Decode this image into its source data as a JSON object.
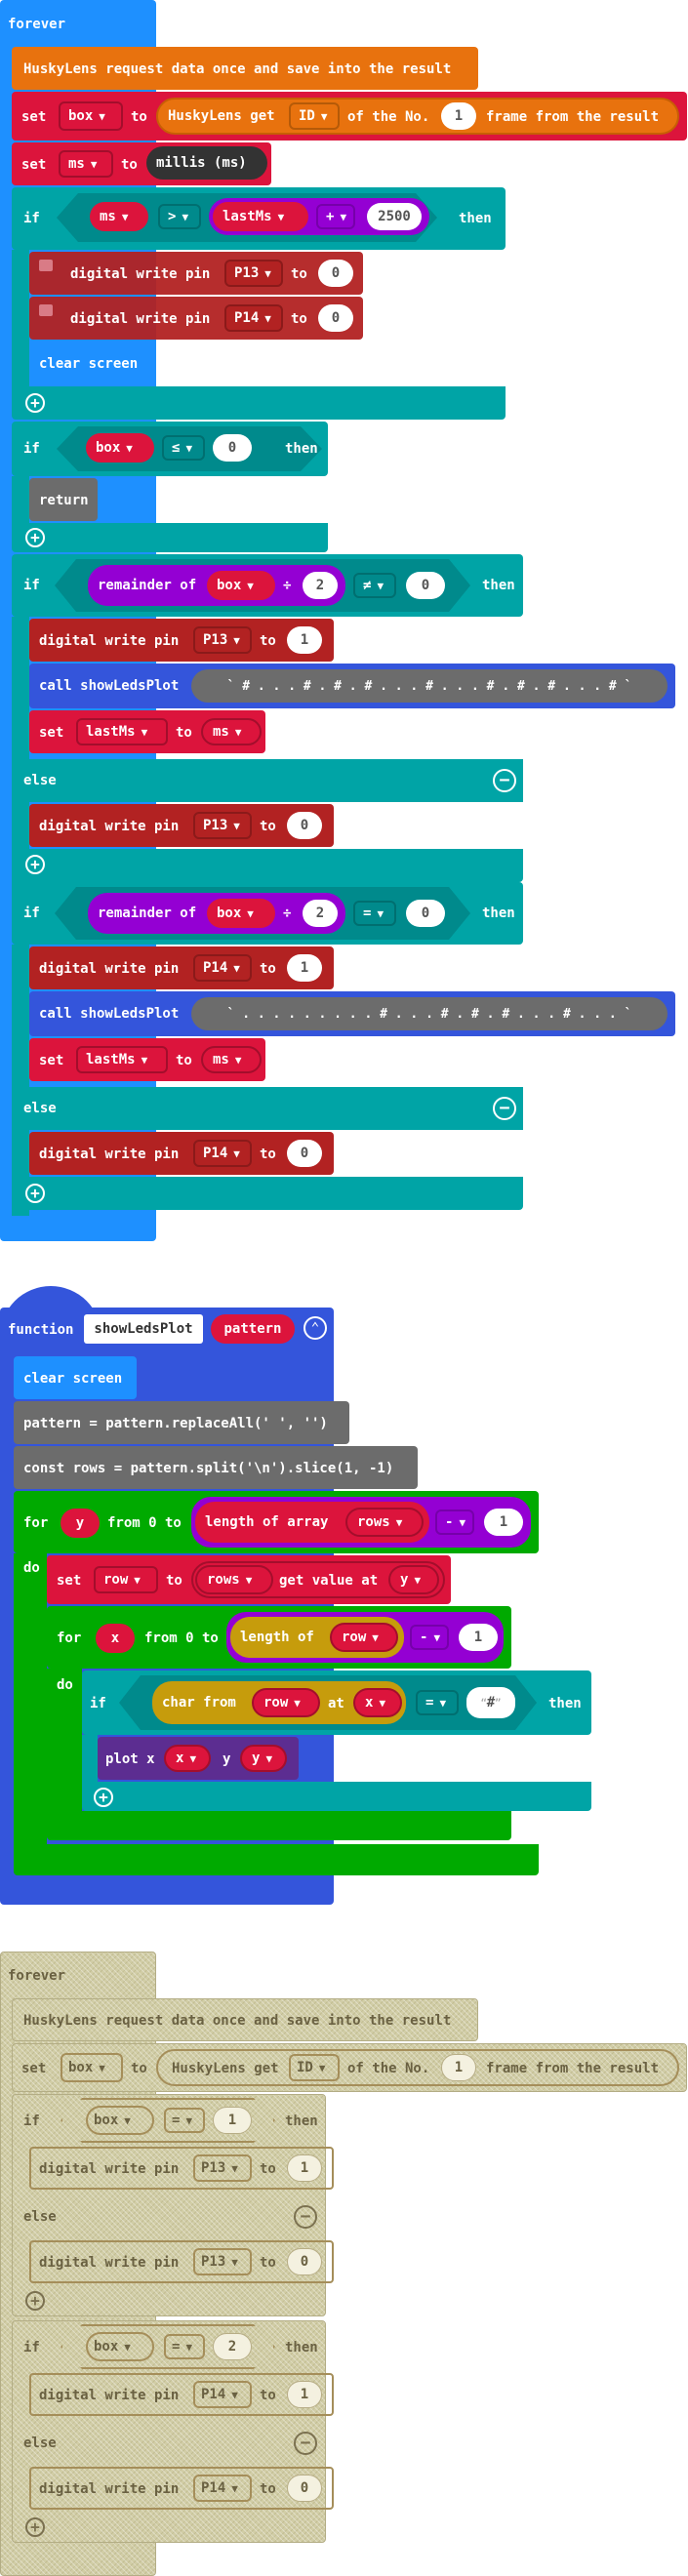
{
  "b1": {
    "forever": "forever",
    "husky_request": "HuskyLens request data once and save into the result",
    "set": "set",
    "box_var": "box",
    "to": "to",
    "husky_get": "HuskyLens get",
    "id_opt": "ID",
    "of_the_no": "of the No.",
    "frame_no": "1",
    "frame_from": "frame from the result",
    "ms_var": "ms",
    "millis": "millis (ms)",
    "if": "if",
    "gt_op": ">",
    "lastms_var": "lastMs",
    "plus_op": "+",
    "n2500": "2500",
    "then": "then",
    "digital_write_pin": "digital write pin",
    "p13": "P13",
    "p14": "P14",
    "zero": "0",
    "one": "1",
    "two": "2",
    "clear_screen": "clear screen",
    "le_op": "≤",
    "return": "return",
    "remainder_of": "remainder of",
    "div_op": "÷",
    "ne_op": "≠",
    "eq_op": "=",
    "call_showleds": "call showLedsPlot",
    "pattern1": "` # . . . # . # . # . . . # . . . # . # . # . . . # `",
    "pattern2": "` . . . . . . . . . # . . . # . # . # . . . # . . . `",
    "else": "else"
  },
  "b2": {
    "function": "function",
    "func_name": "showLedsPlot",
    "param": "pattern",
    "clear_screen": "clear screen",
    "code1": "pattern = pattern.replaceAll(' ', '')",
    "code2": "const rows = pattern.split('\\n').slice(1, -1)",
    "for": "for",
    "y_var": "y",
    "from_0_to": "from 0 to",
    "length_of_array": "length of array",
    "rows_var": "rows",
    "minus_op": "-",
    "one": "1",
    "do": "do",
    "set": "set",
    "row_var": "row",
    "to": "to",
    "get_value_at": "get value at",
    "x_var": "x",
    "length_of": "length of",
    "if": "if",
    "char_from": "char from",
    "at": "at",
    "eq_op": "=",
    "hash_str": "#",
    "then": "then",
    "plot_x": "plot x",
    "y_label": "y"
  },
  "b3": {
    "forever": "forever",
    "husky_request": "HuskyLens request data once and save into the result",
    "set": "set",
    "box_var": "box",
    "to": "to",
    "husky_get": "HuskyLens get",
    "id_opt": "ID",
    "of_the_no": "of the No.",
    "frame_no": "1",
    "frame_from": "frame from the result",
    "if": "if",
    "eq_op": "=",
    "one": "1",
    "two": "2",
    "zero": "0",
    "then": "then",
    "digital_write_pin": "digital write pin",
    "p13": "P13",
    "p14": "P14",
    "to2": "to",
    "else": "else"
  },
  "colors": {
    "loops_blue": "#1e90ff",
    "huskylens_orange": "#e8720e",
    "variables_red": "#dc143c",
    "logic_teal": "#00a4a6",
    "pins_darkred": "#b22222",
    "math_purple": "#9400d3",
    "function_blue": "#3455db",
    "text_gold": "#c69c0c",
    "loop_green": "#00aa00",
    "gray_code": "#6c6c6c",
    "plot_purple": "#5c2d91",
    "disabled_khaki": "#d1cda6"
  }
}
